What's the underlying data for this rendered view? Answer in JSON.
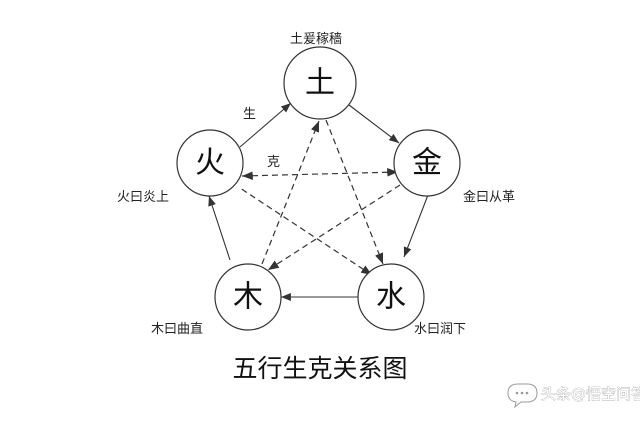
{
  "diagram": {
    "title": "五行生克关系图",
    "nodes": {
      "earth": {
        "label": "土",
        "caption": "土爰稼穑"
      },
      "metal": {
        "label": "金",
        "caption": "金曰从革"
      },
      "water": {
        "label": "水",
        "caption": "水曰润下"
      },
      "wood": {
        "label": "木",
        "caption": "木曰曲直"
      },
      "fire": {
        "label": "火",
        "caption": "火曰炎上"
      }
    },
    "legend": {
      "generate": "生",
      "overcome": "克"
    }
  },
  "watermark": {
    "text": "头条@悟空问答",
    "icon": "chat-bubble-icon"
  },
  "colors": {
    "stroke": "#333333",
    "text": "#111111",
    "background": "#ffffff"
  }
}
